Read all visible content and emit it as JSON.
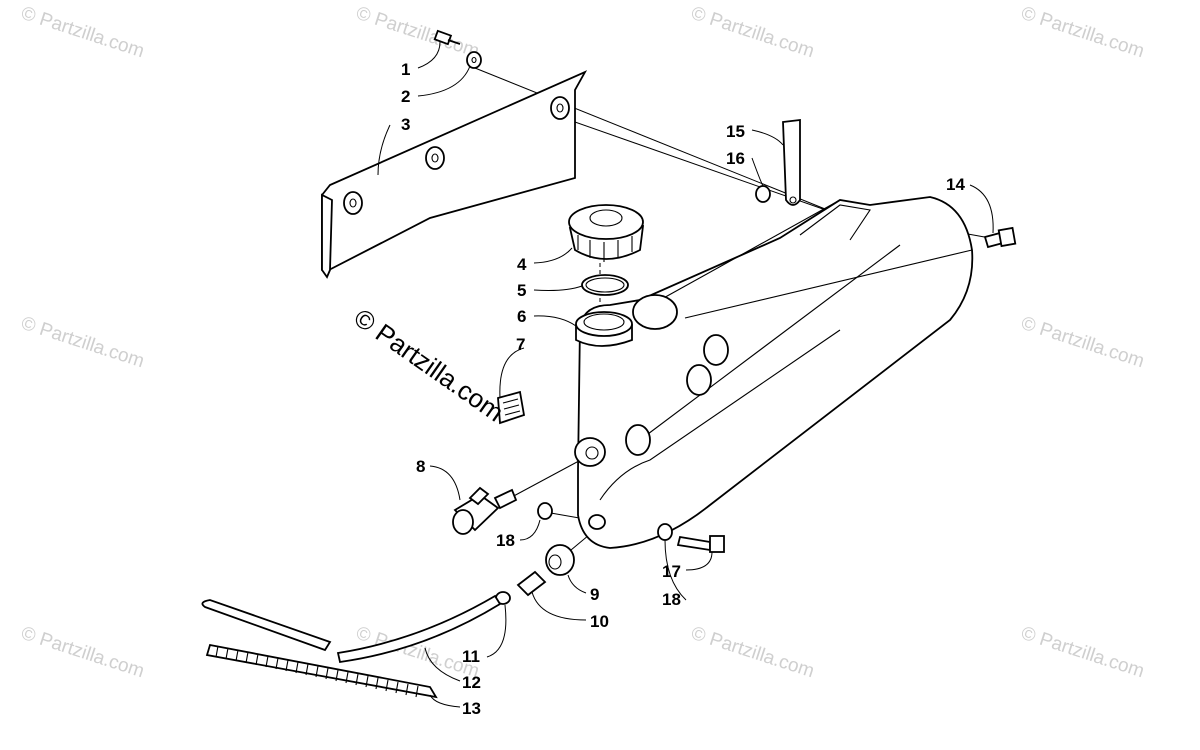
{
  "watermark": {
    "text": "© Partzilla.com",
    "color": "#cfcfcf"
  },
  "main_watermark": "© Partzilla.com",
  "callouts": [
    {
      "num": "1",
      "part": "screw"
    },
    {
      "num": "2",
      "part": "washer"
    },
    {
      "num": "3",
      "part": "heat-shield-panel"
    },
    {
      "num": "4",
      "part": "fuel-cap"
    },
    {
      "num": "5",
      "part": "cap-gasket"
    },
    {
      "num": "6",
      "part": "filler-neck"
    },
    {
      "num": "7",
      "part": "warning-decal"
    },
    {
      "num": "8",
      "part": "fuel-valve"
    },
    {
      "num": "9",
      "part": "grommet"
    },
    {
      "num": "10",
      "part": "hose-fitting"
    },
    {
      "num": "11",
      "part": "hose-clamp"
    },
    {
      "num": "12",
      "part": "fuel-hose"
    },
    {
      "num": "13",
      "part": "spiral-wrap"
    },
    {
      "num": "14",
      "part": "bolt"
    },
    {
      "num": "15",
      "part": "strap"
    },
    {
      "num": "16",
      "part": "nut"
    },
    {
      "num": "17",
      "part": "bolt"
    },
    {
      "num": "18",
      "part": "nut"
    }
  ],
  "labels": {
    "l1": "1",
    "l2": "2",
    "l3": "3",
    "l4": "4",
    "l5": "5",
    "l6": "6",
    "l7": "7",
    "l8": "8",
    "l9": "9",
    "l10": "10",
    "l11": "11",
    "l12": "12",
    "l13": "13",
    "l14": "14",
    "l15": "15",
    "l16": "16",
    "l17": "17",
    "l18a": "18",
    "l18b": "18"
  }
}
